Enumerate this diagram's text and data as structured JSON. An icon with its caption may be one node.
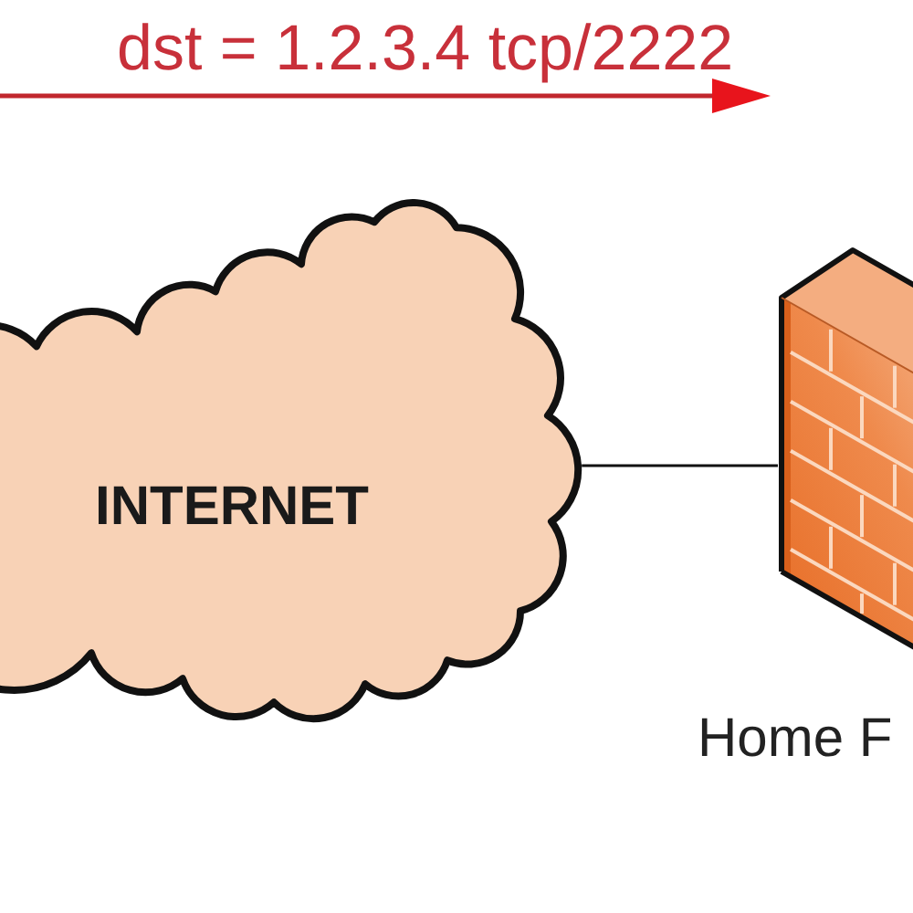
{
  "diagram": {
    "nodes": [
      {
        "text": [
          "INTERNET"
        ]
      },
      {
        "text": [],
        "shape": "picture",
        "beside": [
          "Home F"
        ]
      }
    ],
    "edges": [
      {
        "from": 0,
        "to": 1,
        "arrow": "none"
      }
    ],
    "labels": [
      "dst = 1.2.3.4 tcp/2222"
    ]
  }
}
